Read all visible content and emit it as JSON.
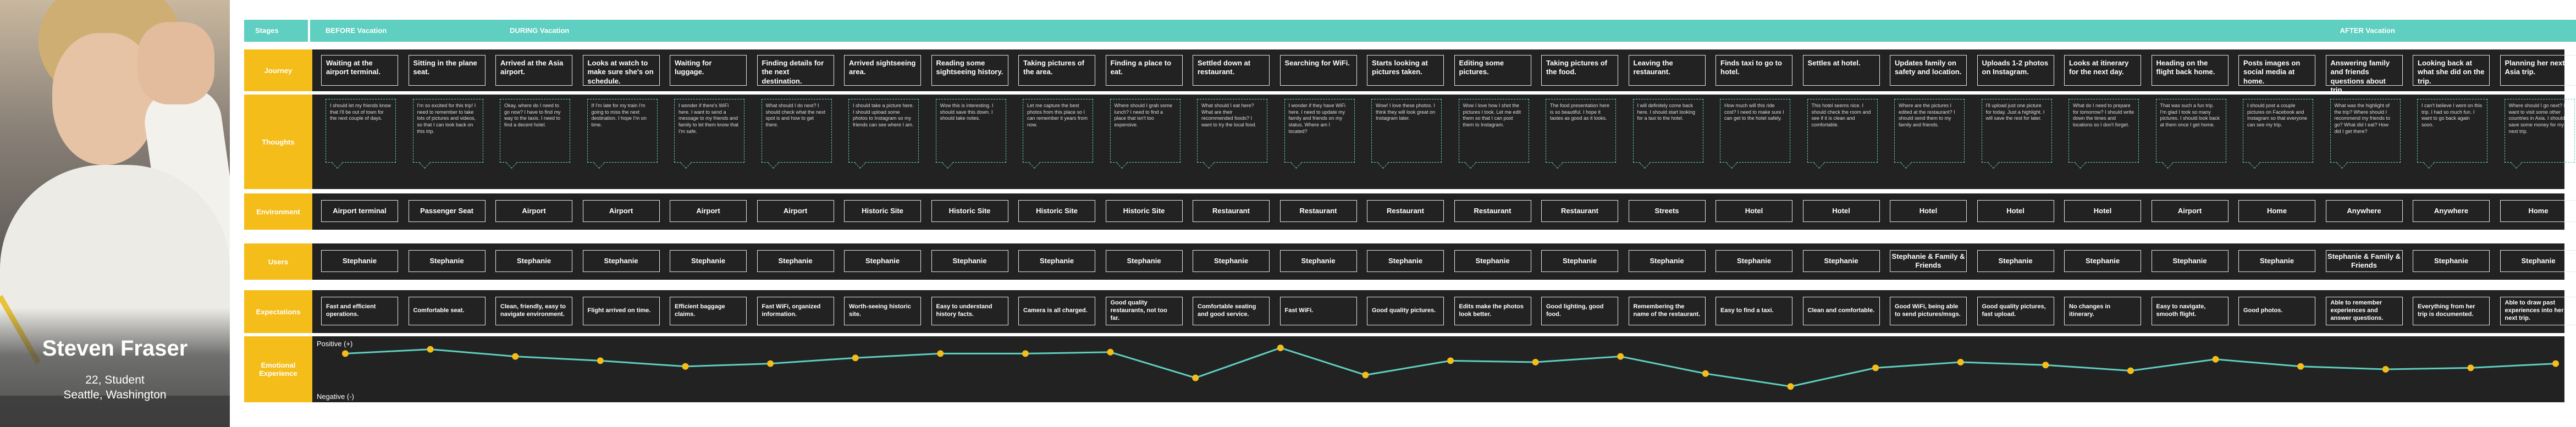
{
  "persona": {
    "name": "Steven Fraser",
    "age_occupation": "22, Student",
    "location": "Seattle, Washington"
  },
  "stage_row_label": "Stages",
  "stages": [
    {
      "label": "BEFORE Vacation",
      "span": [
        0,
        1
      ]
    },
    {
      "label": "DURING Vacation",
      "span": [
        2,
        22
      ]
    },
    {
      "label": "AFTER Vacation",
      "span": [
        23,
        25
      ]
    }
  ],
  "row_labels": {
    "journey": "Journey",
    "thoughts": "Thoughts",
    "environment": "Environment",
    "users": "Users",
    "expectations": "Expectations",
    "emotional": "Emotional Experience",
    "positive": "Positive (+)",
    "negative": "Negative (-)"
  },
  "journey": [
    "Waiting at the airport terminal.",
    "Sitting in the plane seat.",
    "Arrived at the Asia airport.",
    "Looks at watch to make sure she's on schedule.",
    "Waiting for luggage.",
    "Finding details for the next destination.",
    "Arrived sightseeing area.",
    "Reading some sightseeing history.",
    "Taking pictures of the area.",
    "Finding a place to eat.",
    "Settled down at restaurant.",
    "Searching for WiFi.",
    "Starts looking at pictures taken.",
    "Editing some pictures.",
    "Taking pictures of the food.",
    "Leaving the restaurant.",
    "Finds taxi to go to hotel.",
    "Settles at hotel.",
    "Updates family on safety and location.",
    "Uploads 1-2 photos on Instagram.",
    "Looks at itinerary for the next day.",
    "Heading on the flight back home.",
    "Posts images on social media at home.",
    "Answering family and friends questions about trip.",
    "Looking back at what she did on the trip.",
    "Planning her next Asia trip."
  ],
  "thoughts": [
    "I should let my friends know that I'll be out of town for the next couple of days.",
    "I'm so excited for this trip! I need to remember to take lots of pictures and videos, so that I can look back on this trip.",
    "Okay, where do I need to go now? I have to find my way to the taxis. I need to find a decent hotel.",
    "If I'm late for my train I'm going to miss the next destination. I hope I'm on time.",
    "I wonder if there's WiFi here. I want to send a message to my friends and family to let them know that I'm safe.",
    "What should I do next? I should check what the next spot is and how to get there.",
    "I should take a picture here. I should upload some photos to Instagram so my friends can see where I am.",
    "Wow this is interesting. I should save this down. I should take notes.",
    "Let me capture the best photos from this place so I can remember it years from now.",
    "Where should I grab some lunch? I need to find a place that isn't too expensive.",
    "What should I eat here? What are their recommended foods? I want to try the local food.",
    "I wonder if they have WiFi here. I need to update my family and friends on my status. Where am I located?",
    "Wow! I love these photos. I think they will look great on Instagram later.",
    "Wow I love how I shot the pictures I took. Let me edit them so that I can post them to Instagram.",
    "The food presentation here is so beautiful. I hope it tastes as good as it looks.",
    "I will definitely come back here. I should start looking for a taxi to the hotel.",
    "How much will this ride cost? I need to make sure I can get to the hotel safely.",
    "This hotel seems nice. I should check the room and see if it is clean and comfortable.",
    "Where are the pictures I edited at the restaurant? I should send them to my family and friends.",
    "I'll upload just one picture for today. Just a highlight. I will save the rest for later.",
    "What do I need to prepare for tomorrow? I should write down the times and locations so I don't forget.",
    "That was such a fun trip. I'm glad I took so many pictures. I should look back at them once I get home.",
    "I should post a couple pictures on Facebook and Instagram so that everyone can see my trip.",
    "What was the highlight of the trip? Where should I recommend my friends to go? What did I eat? How did I get there?",
    "I can't believe I went on this trip. I had so much fun. I want to go back again soon.",
    "Where should I go next? I want to visit some other countries in Asia. I should save some money for my next trip."
  ],
  "environment": [
    "Airport terminal",
    "Passenger Seat",
    "Airport",
    "Airport",
    "Airport",
    "Airport",
    "Historic Site",
    "Historic Site",
    "Historic Site",
    "Historic Site",
    "Restaurant",
    "Restaurant",
    "Restaurant",
    "Restaurant",
    "Restaurant",
    "Streets",
    "Hotel",
    "Hotel",
    "Hotel",
    "Hotel",
    "Hotel",
    "Airport",
    "Home",
    "Anywhere",
    "Anywhere",
    "Home"
  ],
  "users": [
    "Stephanie",
    "Stephanie",
    "Stephanie",
    "Stephanie",
    "Stephanie",
    "Stephanie",
    "Stephanie",
    "Stephanie",
    "Stephanie",
    "Stephanie",
    "Stephanie",
    "Stephanie",
    "Stephanie",
    "Stephanie",
    "Stephanie",
    "Stephanie",
    "Stephanie",
    "Stephanie",
    "Stephanie & Family & Friends",
    "Stephanie",
    "Stephanie",
    "Stephanie",
    "Stephanie",
    "Stephanie & Family & Friends",
    "Stephanie",
    "Stephanie"
  ],
  "expectations": [
    "Fast and efficient operations.",
    "Comfortable seat.",
    "Clean, friendly, easy to navigate environment.",
    "Flight arrived on time.",
    "Efficient baggage claims.",
    "Fast WiFi, organized information.",
    "Worth-seeing historic site.",
    "Easy to understand history facts.",
    "Camera is all charged.",
    "Good quality restaurants, not too far.",
    "Comfortable seating and good service.",
    "Fast WiFi.",
    "Good quality pictures.",
    "Edits make the photos look better.",
    "Good lighting, good food.",
    "Remembering the name of the restaurant.",
    "Easy to find a taxi.",
    "Clean and comfortable.",
    "Good WiFi, being able to send pictures/msgs.",
    "Good quality pictures, fast upload.",
    "No changes in itinerary.",
    "Easy to navigate, smooth flight.",
    "Good photos.",
    "Able to remember experiences and answer questions.",
    "Everything from her trip is documented.",
    "Able to draw past experiences into her next trip."
  ],
  "emotion_values": [
    0.55,
    0.7,
    0.45,
    0.3,
    0.1,
    0.2,
    0.4,
    0.55,
    0.55,
    0.6,
    -0.3,
    0.75,
    -0.2,
    0.3,
    0.25,
    0.45,
    -0.15,
    -0.6,
    0.05,
    0.25,
    0.15,
    -0.05,
    0.35,
    0.1,
    0.0,
    0.05,
    0.2
  ],
  "colors": {
    "accent_teal": "#5ecfc0",
    "label_yellow": "#f4bd1a",
    "row_dark": "#222222",
    "emotion_dot": "#f4bd1a"
  }
}
